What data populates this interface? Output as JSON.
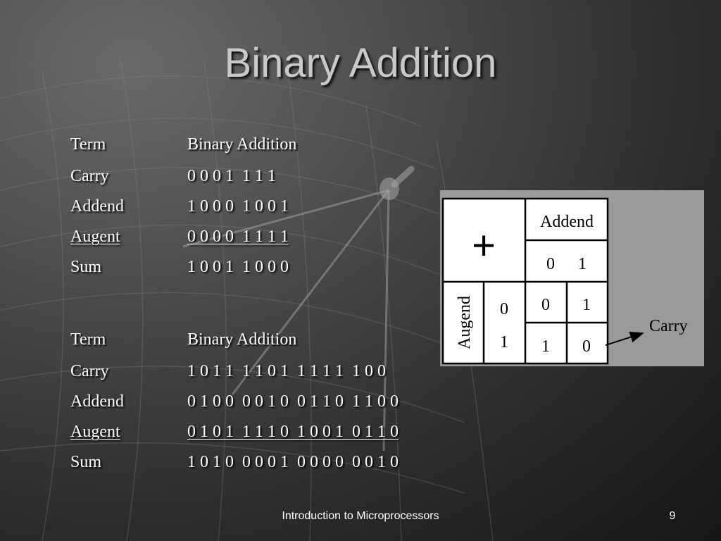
{
  "slide": {
    "title": "Binary Addition",
    "footer": "Introduction to Microprocessors",
    "page_number": "9"
  },
  "table1": [
    {
      "term": "Term",
      "value": "Binary Addition"
    },
    {
      "term": "Carry",
      "value": "0 0 0 1  1 1 1"
    },
    {
      "term": "Addend",
      "value": "1 0 0 0  1 0 0 1"
    },
    {
      "term": "Augent",
      "value": "0 0 0 0  1 1 1 1"
    },
    {
      "term": "Sum",
      "value": "1 0 0 1  1 0 0 0"
    }
  ],
  "table2": [
    {
      "term": "Term",
      "value": "Binary Addition"
    },
    {
      "term": "Carry",
      "value": "1 0 1 1  1 1 0 1  1 1 1 1  1 0 0"
    },
    {
      "term": "Addend",
      "value": "0 1 0 0  0 0 1 0  0 1 1 0  1 1 0 0"
    },
    {
      "term": "Augent",
      "value": "0 1 0 1  1 1 1 0  1 0 0 1  0 1 1 0"
    },
    {
      "term": "Sum",
      "value": "1 0 1 0  0 0 0 1  0 0 0 0  0 0 1 0"
    }
  ],
  "diagram": {
    "plus_symbol": "+",
    "addend_label": "Addend",
    "addend_values": [
      "0",
      "1"
    ],
    "augend_label": "Augend",
    "augend_values": [
      "0",
      "1"
    ],
    "cells": [
      [
        "0",
        "1"
      ],
      [
        "1",
        "0"
      ]
    ],
    "carry_label": "Carry"
  }
}
